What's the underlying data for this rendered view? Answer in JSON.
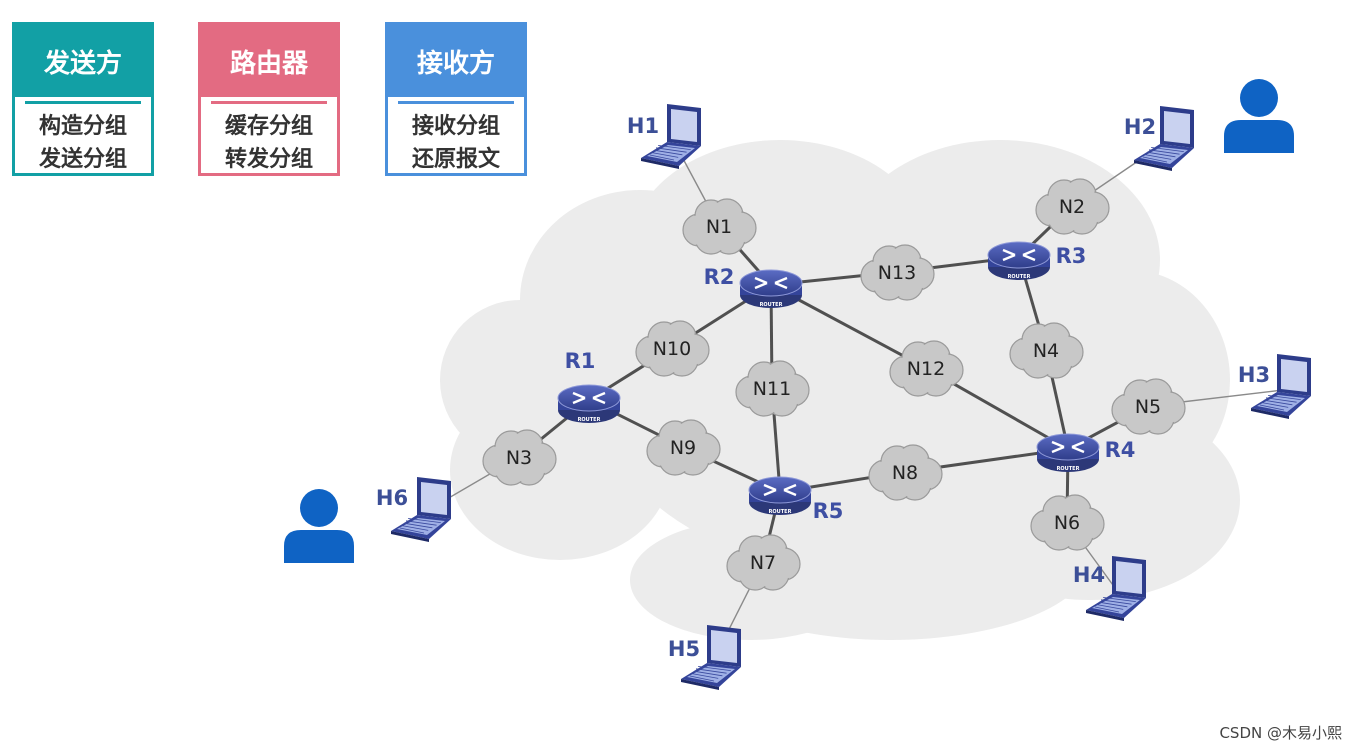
{
  "legend": [
    {
      "title": "发送方",
      "lines": [
        "构造分组",
        "发送分组"
      ],
      "color": "#12a0a5"
    },
    {
      "title": "路由器",
      "lines": [
        "缓存分组",
        "转发分组"
      ],
      "color": "#e36b82"
    },
    {
      "title": "接收方",
      "lines": [
        "接收分组",
        "还原报文"
      ],
      "color": "#4a90dc"
    }
  ],
  "routers": [
    "R1",
    "R2",
    "R3",
    "R4",
    "R5"
  ],
  "router_badge": "ROUTER",
  "networks": [
    "N1",
    "N2",
    "N3",
    "N4",
    "N5",
    "N6",
    "N7",
    "N8",
    "N9",
    "N10",
    "N11",
    "N12",
    "N13"
  ],
  "hosts": [
    "H1",
    "H2",
    "H3",
    "H4",
    "H5",
    "H6"
  ],
  "links": [
    [
      "H1",
      "N1"
    ],
    [
      "N1",
      "R2"
    ],
    [
      "H2",
      "N2"
    ],
    [
      "N2",
      "R3"
    ],
    [
      "R2",
      "N13"
    ],
    [
      "N13",
      "R3"
    ],
    [
      "R3",
      "N4"
    ],
    [
      "N4",
      "R4"
    ],
    [
      "R2",
      "N10"
    ],
    [
      "N10",
      "R1"
    ],
    [
      "R2",
      "N11"
    ],
    [
      "N11",
      "R5"
    ],
    [
      "R2",
      "N12"
    ],
    [
      "N12",
      "R4"
    ],
    [
      "R1",
      "N3"
    ],
    [
      "N3",
      "H6"
    ],
    [
      "R1",
      "N9"
    ],
    [
      "N9",
      "R5"
    ],
    [
      "R5",
      "N8"
    ],
    [
      "N8",
      "R4"
    ],
    [
      "R4",
      "N5"
    ],
    [
      "N5",
      "H3"
    ],
    [
      "R4",
      "N6"
    ],
    [
      "N6",
      "H4"
    ],
    [
      "R5",
      "N7"
    ],
    [
      "N7",
      "H5"
    ]
  ],
  "users": [
    "sender-user",
    "receiver-user"
  ],
  "colors": {
    "router": "#3e4fa3",
    "host_label": "#3c4f97",
    "cloud": "#ececec",
    "node_cloud": "#c8c8c8",
    "user": "#0f63c4",
    "link": "#505050"
  },
  "footer": "CSDN @木易小熙"
}
